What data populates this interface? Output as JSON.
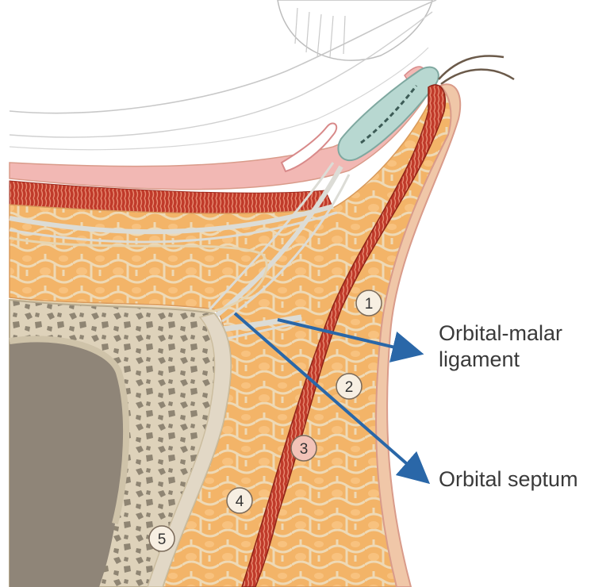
{
  "labels": {
    "orbital_malar_line1": "Orbital-malar",
    "orbital_malar_line2": "ligament",
    "orbital_septum": "Orbital septum"
  },
  "markers": [
    "1",
    "2",
    "3",
    "4",
    "5"
  ],
  "colors": {
    "fat": "#f3b468",
    "fat_lobule_line": "#e9d7b6",
    "muscle": "#c0392b",
    "muscle_fiber": "#e98a6f",
    "skin": "#f0c7a8",
    "skin_edge": "#d99b8a",
    "bone_cortex": "#ddd0b8",
    "bone_pores": "#8a8070",
    "sinus_cavity": "#8c8376",
    "ligament": "#e4e4e0",
    "conjunctiva": "#f3b7b7",
    "tarsus": "#b9d7d1",
    "arrow": "#2a67a8"
  }
}
